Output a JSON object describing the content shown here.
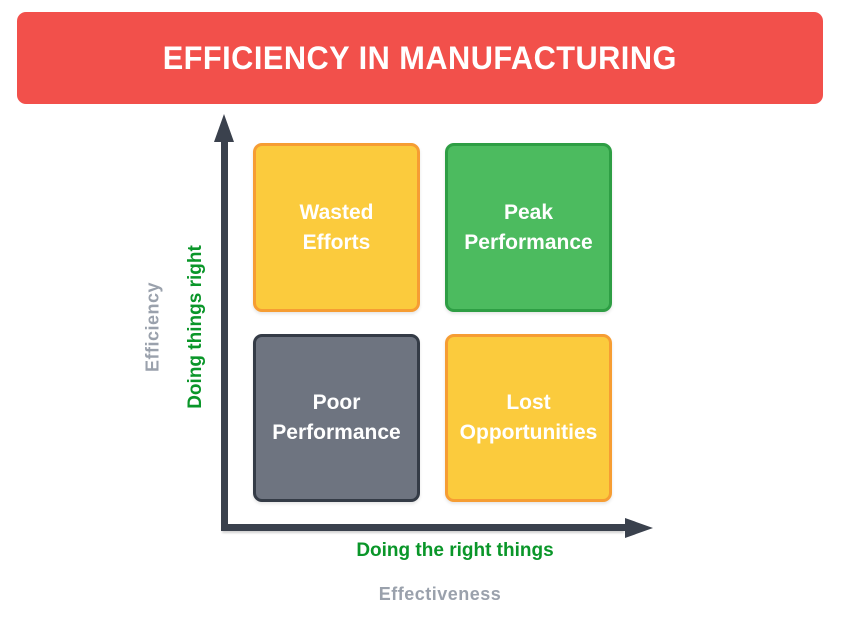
{
  "header": {
    "title": "EFFICIENCY IN MANUFACTURING",
    "bg_color": "#F2504B",
    "text_color": "#FFFFFF"
  },
  "quadrants": {
    "top_left": {
      "label": "Wasted Efforts",
      "lines": [
        "Wasted",
        "Efforts"
      ],
      "fill": "#FBCB3D",
      "border": "#F69D33",
      "text_color": "#FFFFFF"
    },
    "top_right": {
      "label": "Peak Performance",
      "lines": [
        "Peak",
        "Performance"
      ],
      "fill": "#4CBB5F",
      "border": "#2E9E44",
      "text_color": "#FFFFFF"
    },
    "bottom_left": {
      "label": "Poor Performance",
      "lines": [
        "Poor",
        "Performance"
      ],
      "fill": "#6E7480",
      "border": "#343B46",
      "text_color": "#FFFFFF"
    },
    "bottom_right": {
      "label": "Lost Opportunities",
      "lines": [
        "Lost",
        "Opportunities"
      ],
      "fill": "#FBCB3D",
      "border": "#F69D33",
      "text_color": "#FFFFFF"
    }
  },
  "axes": {
    "y_primary": "Doing things right",
    "y_secondary": "Efficiency",
    "x_primary": "Doing the right things",
    "x_secondary": "Effectiveness",
    "axis_color": "#3A414D",
    "primary_label_color": "#0A9629",
    "secondary_label_color": "#9AA1AC"
  }
}
